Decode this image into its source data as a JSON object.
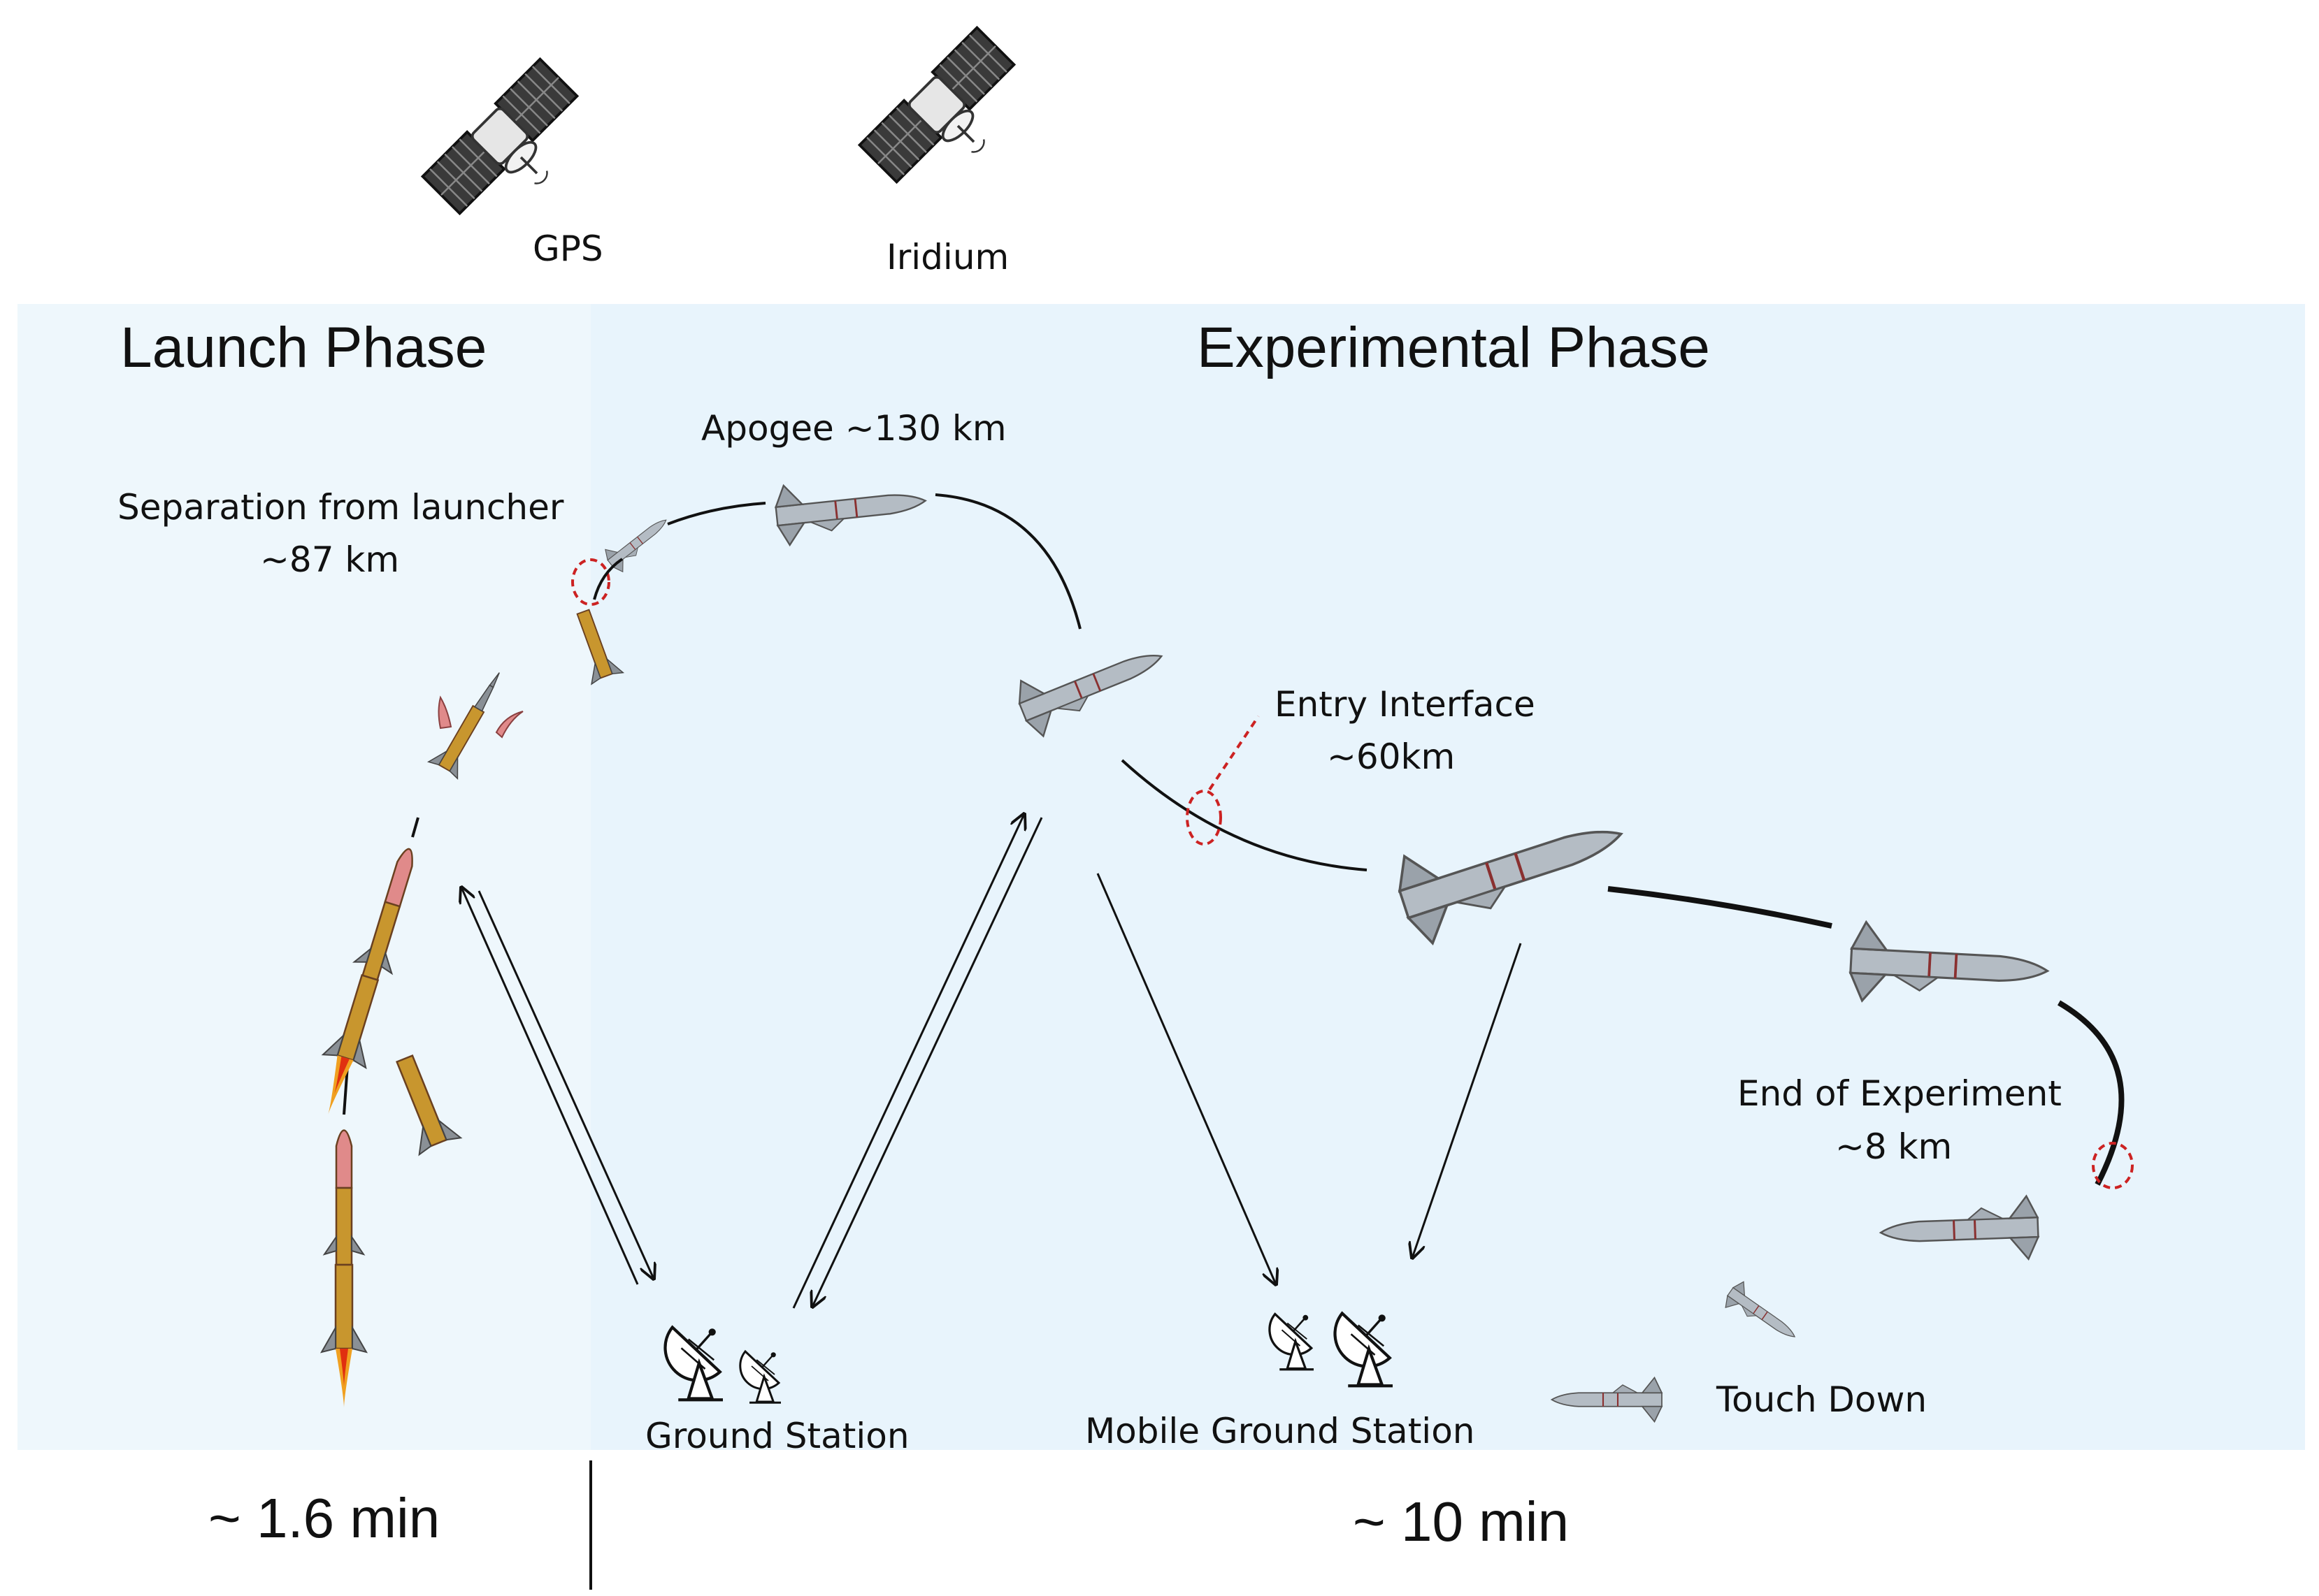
{
  "satellites": [
    {
      "name": "gps-satellite",
      "label": "GPS"
    },
    {
      "name": "iridium-satellite",
      "label": "Iridium"
    }
  ],
  "phases": {
    "launch": {
      "title": "Launch Phase",
      "duration": "~ 1.6 min"
    },
    "experimental": {
      "title": "Experimental Phase",
      "duration": "~ 10 min"
    }
  },
  "events": {
    "separation": {
      "line1": "Separation from launcher",
      "line2": "~87 km"
    },
    "apogee": {
      "line1": "Apogee ~130 km"
    },
    "entry_interface": {
      "line1": "Entry Interface",
      "line2": "~60km"
    },
    "end_of_experiment": {
      "line1": "End of Experiment",
      "line2": "~8 km"
    },
    "touch_down": {
      "line1": "Touch Down"
    }
  },
  "ground": {
    "ground_station": "Ground Station",
    "mobile_ground_station": "Mobile Ground Station"
  },
  "colors": {
    "launch_bg": "#eef7fc",
    "experimental_bg": "#e8f4fc",
    "marker": "#cc2222",
    "trajectory": "#111111",
    "booster": "#c8962e",
    "nose": "#e07070",
    "vehicle": "#a8b0b8"
  }
}
